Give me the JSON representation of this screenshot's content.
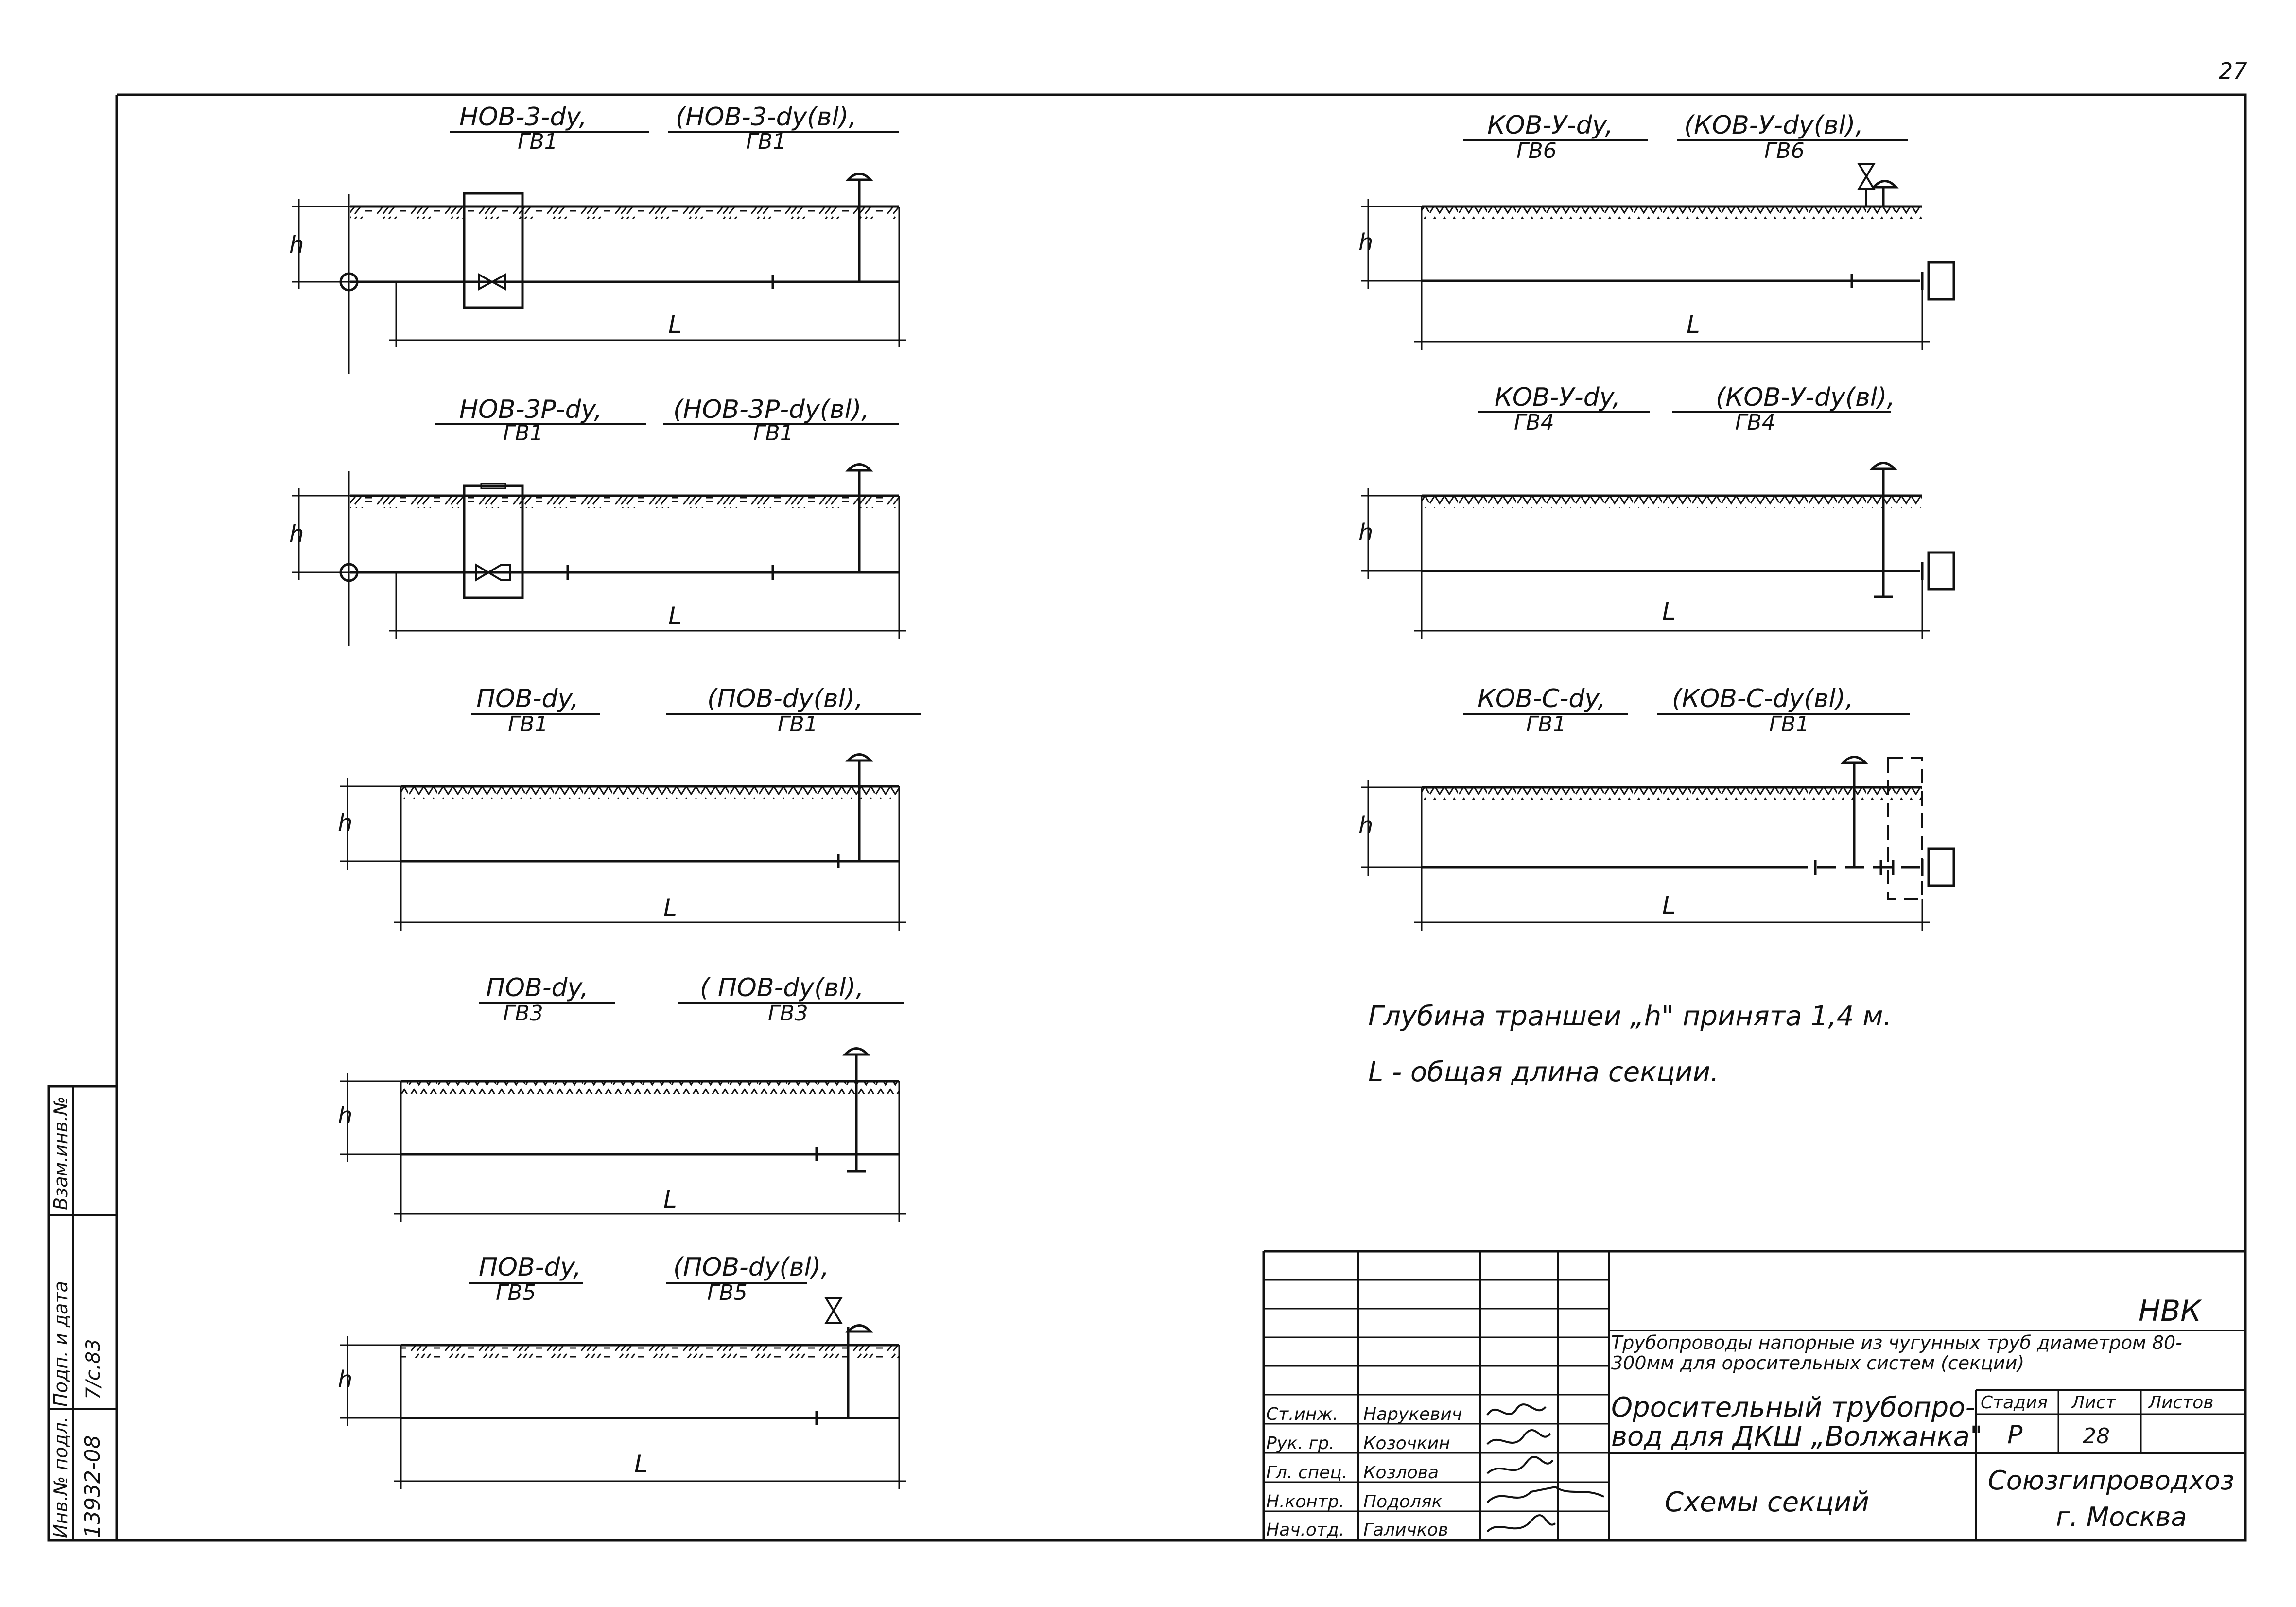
{
  "page_number": "27",
  "sections": [
    {
      "label": "НОВ-3-dy,",
      "label_alt": "(НОВ-3-dy(вl),",
      "sub": "ГВ1",
      "sub_alt": "ГВ1",
      "dim": "h",
      "length": "L"
    },
    {
      "label": "НОВ-3Р-dy,",
      "label_alt": "(НОВ-3Р-dy(вl),",
      "sub": "ГВ1",
      "sub_alt": "ГВ1",
      "dim": "h",
      "length": "L"
    },
    {
      "label": "ПОВ-dy,",
      "label_alt": "(ПОВ-dy(вl),",
      "sub": "ГВ1",
      "sub_alt": "ГВ1",
      "dim": "h",
      "length": "L"
    },
    {
      "label": "ПОВ-dy,",
      "label_alt": "( ПОВ-dy(вl),",
      "sub": "ГВ3",
      "sub_alt": "ГВ3",
      "dim": "h",
      "length": "L"
    },
    {
      "label": "ПОВ-dy,",
      "label_alt": "(ПОВ-dy(вl),",
      "sub": "ГВ5",
      "sub_alt": "ГВ5",
      "dim": "h",
      "length": "L"
    },
    {
      "label": "КОВ-У-dy,",
      "label_alt": "(КОВ-У-dy(вl),",
      "sub": "ГВ6",
      "sub_alt": "ГВ6",
      "dim": "h",
      "length": "L"
    },
    {
      "label": "КОВ-У-dy,",
      "label_alt": "(КОВ-У-dy(вl),",
      "sub": "ГВ4",
      "sub_alt": "ГВ4",
      "dim": "h",
      "length": "L"
    },
    {
      "label": "КОВ-С-dy,",
      "label_alt": "(КОВ-С-dy(вl),",
      "sub": "ГВ1",
      "sub_alt": "ГВ1",
      "dim": "h",
      "length": "L"
    }
  ],
  "notes": {
    "line1": "Глубина траншеи „h\" принята 1,4 м.",
    "line2": "L - общая длина секции."
  },
  "side_stamp": {
    "col1": "Инв.№ подл.",
    "col1_value": "13932-08",
    "col2": "Подп. и дата",
    "col2_value": "7/c.83",
    "col3": "Взам.инв.№"
  },
  "title_block": {
    "code": "НВК",
    "project": "Трубопроводы напорные из чугунных труб диаметром 80-300мм для оросительных систем (секции)",
    "object_line1": "Оросительный трубопро-",
    "object_line2": "вод для ДКШ „Волжанка\"",
    "sheet_title": "Схемы секций",
    "stage_header": "Стадия",
    "sheet_header": "Лист",
    "sheets_header": "Листов",
    "stage": "Р",
    "sheet": "28",
    "org_line1": "Союзгипроводхоз",
    "org_line2": "г. Москва",
    "staff": [
      {
        "role": "Ст.инж.",
        "name": "Нарукевич"
      },
      {
        "role": "Рук. гр.",
        "name": "Козочкин"
      },
      {
        "role": "Гл. спец.",
        "name": "Козлова"
      },
      {
        "role": "Н.контр.",
        "name": "Подоляк"
      },
      {
        "role": "Нач.отд.",
        "name": "Галичков"
      }
    ]
  },
  "colors": {
    "ink": "#111111",
    "paper": "#ffffff"
  }
}
